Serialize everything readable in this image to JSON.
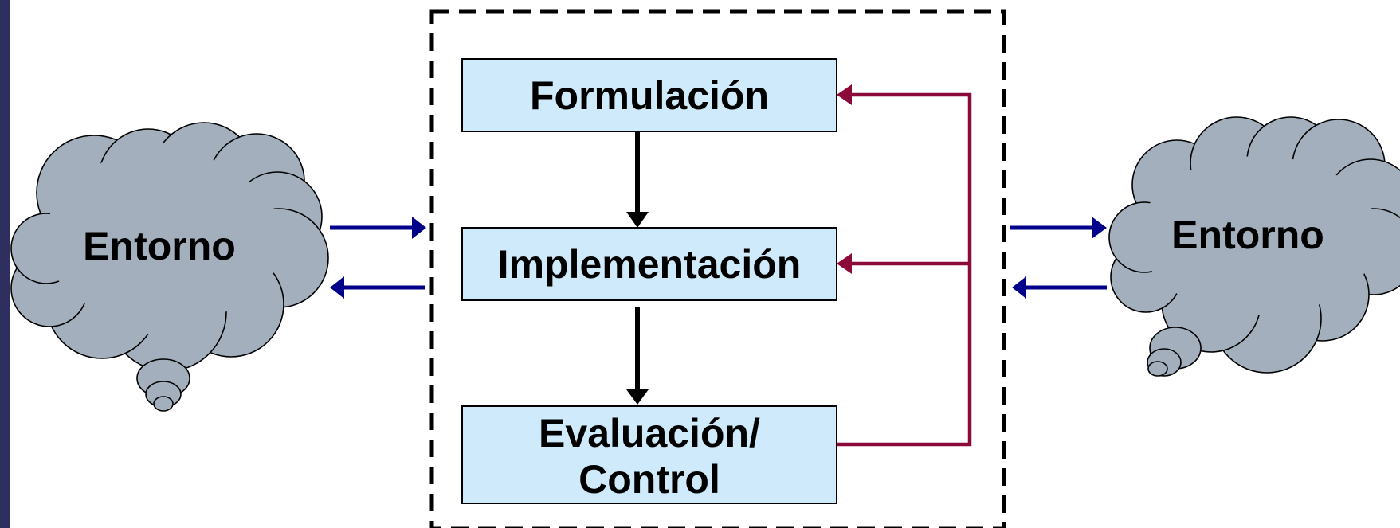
{
  "diagram": {
    "left_cloud": {
      "label": "Entorno"
    },
    "right_cloud": {
      "label": "Entorno"
    },
    "process": {
      "formulation": {
        "label": "Formulación"
      },
      "implementation": {
        "label": "Implementación"
      },
      "evaluation": {
        "label_line1": "Evaluación/",
        "label_line2": "Control"
      }
    }
  },
  "colors": {
    "sidebar": "#2e2f5e",
    "box_fill": "#cfeafa",
    "cloud_fill": "#a3afbd",
    "feedback": "#8b0a3a",
    "environment_arrows": "#00008b",
    "flow_arrows": "#000000"
  }
}
